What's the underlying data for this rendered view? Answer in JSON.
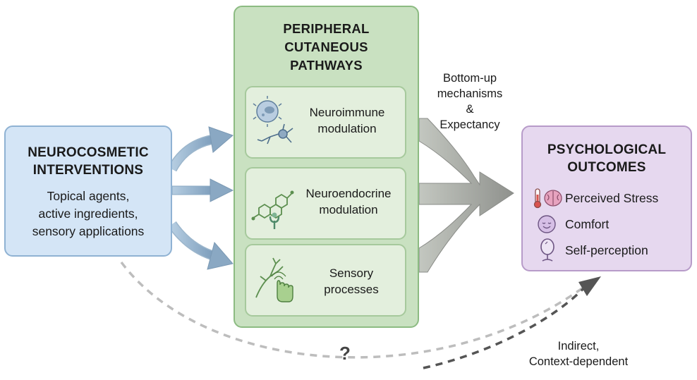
{
  "left_box": {
    "title_line1": "NEUROCOSMETIC",
    "title_line2": "INTERVENTIONS",
    "body_line1": "Topical agents,",
    "body_line2": "active ingredients,",
    "body_line3": "sensory applications"
  },
  "middle_panel": {
    "title_line1": "PERIPHERAL",
    "title_line2": "CUTANEOUS",
    "title_line3": "PATHWAYS",
    "pathways": [
      {
        "line1": "Neuroimmune",
        "line2": "modulation",
        "icon": "immune-cell-neuron-icon"
      },
      {
        "line1": "Neuroendocrine",
        "line2": "modulation",
        "icon": "molecule-receptor-icon"
      },
      {
        "line1": "Sensory",
        "line2": "processes",
        "icon": "nerve-touch-icon"
      }
    ]
  },
  "mechanism_label": {
    "line1": "Bottom-up",
    "line2": "mechanisms",
    "line3": "&",
    "line4": "Expectancy"
  },
  "right_box": {
    "title_line1": "PSYCHOLOGICAL",
    "title_line2": "OUTCOMES",
    "outcomes": [
      {
        "label": "Perceived Stress",
        "icon": "thermometer-brain-icon"
      },
      {
        "label": "Comfort",
        "icon": "relaxed-face-icon"
      },
      {
        "label": "Self-perception",
        "icon": "mirror-icon"
      }
    ]
  },
  "indirect_label": {
    "line1": "Indirect,",
    "line2": "Context-dependent"
  },
  "question_mark": "?",
  "colors": {
    "left_fill": "#d4e5f6",
    "middle_fill": "#c9e1c1",
    "right_fill": "#e6d8ef",
    "arrow_blue": "#93aec6",
    "arrow_gray": "#9a9c98"
  }
}
